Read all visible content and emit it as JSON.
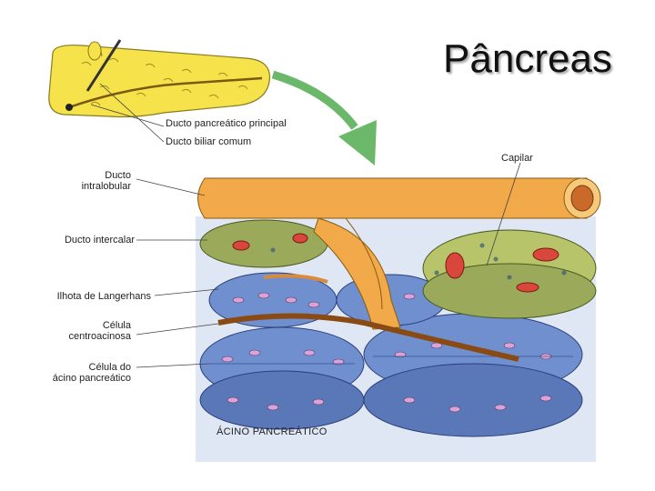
{
  "title": "Pâncreas",
  "labels": {
    "ducto_pancreatico_principal": "Ducto pancreático principal",
    "ducto_biliar_comum": "Ducto biliar comum",
    "capilar": "Capilar",
    "ducto_intralobular_1": "Ducto",
    "ducto_intralobular_2": "intralobular",
    "ducto_intercalar": "Ducto intercalar",
    "ilhota": "Ilhota de Langerhans",
    "centroacinosa_1": "Célula",
    "centroacinosa_2": "centroacinosa",
    "acino_cell_1": "Célula do",
    "acino_cell_2": "ácino pancreático",
    "caption": "ÁCINO PANCREÁTICO"
  },
  "colors": {
    "pancreas_yellow": "#f6e24a",
    "duct_orange": "#f2a94a",
    "acinus_blue": "#6f8fcf",
    "islet_green": "#9aaa5a",
    "capillary_red": "#d8463c",
    "arrow_green": "#6cb86a"
  }
}
